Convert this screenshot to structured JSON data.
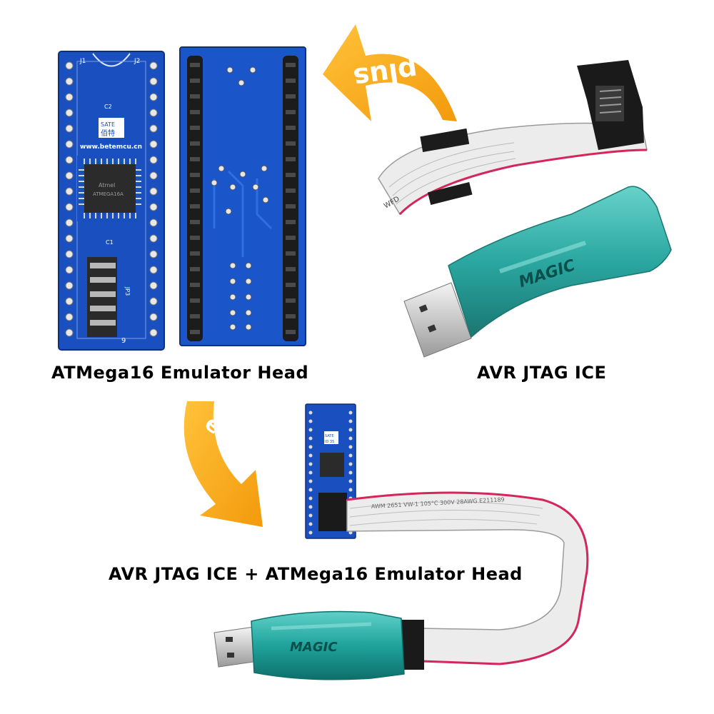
{
  "captions": {
    "emulator_head": "ATMega16 Emulator Head",
    "jtag_ice": "AVR JTAG ICE",
    "combined": "AVR JTAG ICE + ATMega16 Emulator Head"
  },
  "arrows": {
    "plus": "plus",
    "equals": "equals"
  },
  "board_text": {
    "brand": "www.betemcu.cn",
    "logo_text": "SATE",
    "logo_cn": "佰特",
    "chip_brand": "Atmel",
    "chip_model": "ATMEGA16A",
    "j1": "J1",
    "j2": "J2",
    "c1": "C1",
    "c2": "C2",
    "jp3": "JP3",
    "pin_label": "9",
    "small_logo": "SATE",
    "small_id": "ID 35"
  },
  "device_text": {
    "ice_logo": "MAGIC",
    "cable_print_top": "WFD",
    "cable_print_long": "AWM 2651 VW-1 105°C 300V 28AWG E211189"
  },
  "colors": {
    "pcb_blue": "#1a4fbf",
    "arrow_orange": "#f4a012",
    "ice_teal": "#1fa39c",
    "cable_red": "#d4265b"
  }
}
